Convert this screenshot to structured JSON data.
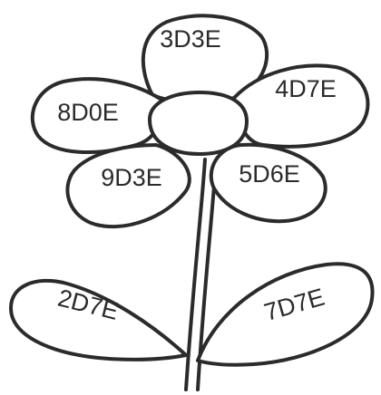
{
  "petals": {
    "top": "3D3E",
    "upper_left": "8D0E",
    "upper_right": "4D7E",
    "lower_left": "9D3E",
    "lower_right": "5D6E"
  },
  "leaves": {
    "left": "2D7E",
    "right": "7D7E"
  },
  "colors": {
    "background": "#ffffff",
    "line": "#2b2b2b"
  }
}
